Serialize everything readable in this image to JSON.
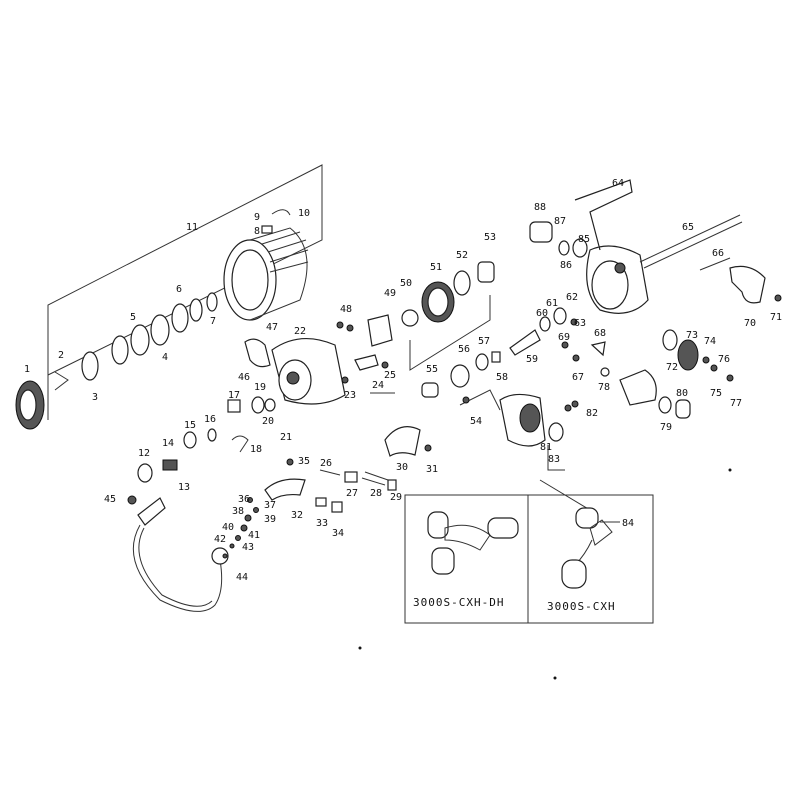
{
  "parts": [
    "1",
    "2",
    "3",
    "4",
    "5",
    "6",
    "7",
    "8",
    "9",
    "10",
    "11",
    "12",
    "13",
    "14",
    "15",
    "16",
    "17",
    "18",
    "19",
    "20",
    "21",
    "22",
    "23",
    "24",
    "25",
    "26",
    "27",
    "28",
    "29",
    "30",
    "31",
    "32",
    "33",
    "34",
    "35",
    "36",
    "37",
    "38",
    "39",
    "40",
    "41",
    "42",
    "43",
    "44",
    "45",
    "46",
    "47",
    "48",
    "49",
    "50",
    "51",
    "52",
    "53",
    "54",
    "55",
    "56",
    "57",
    "58",
    "59",
    "60",
    "61",
    "62",
    "63",
    "64",
    "65",
    "66",
    "67",
    "68",
    "69",
    "70",
    "71",
    "72",
    "73",
    "74",
    "75",
    "76",
    "77",
    "78",
    "79",
    "80",
    "81",
    "82",
    "83",
    "84",
    "85",
    "86",
    "87",
    "88"
  ],
  "models": {
    "left": "3000S-CXH-DH",
    "right": "3000S-CXH"
  }
}
